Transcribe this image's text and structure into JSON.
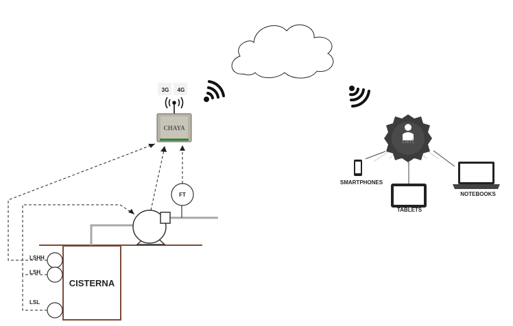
{
  "tank": {
    "label": "CISTERNA"
  },
  "sensors": {
    "lshh": "LSHH",
    "lsh": "LSH",
    "lsl": "LSL"
  },
  "flow_transmitter": {
    "label": "FT"
  },
  "gateway": {
    "brand": "CHAYA",
    "net_3g": "3G",
    "net_4g": "4G"
  },
  "cloud_user": {
    "badge_text": "Lan1"
  },
  "devices": {
    "smartphones": "SMARTPHONES",
    "tablets": "TABLETS",
    "notebooks": "NOTEBOOKS"
  },
  "colors": {
    "tank": "#7a4a36",
    "pipe": "#a8a8a8",
    "line": "#222222",
    "badge": "#3c3c3c"
  }
}
